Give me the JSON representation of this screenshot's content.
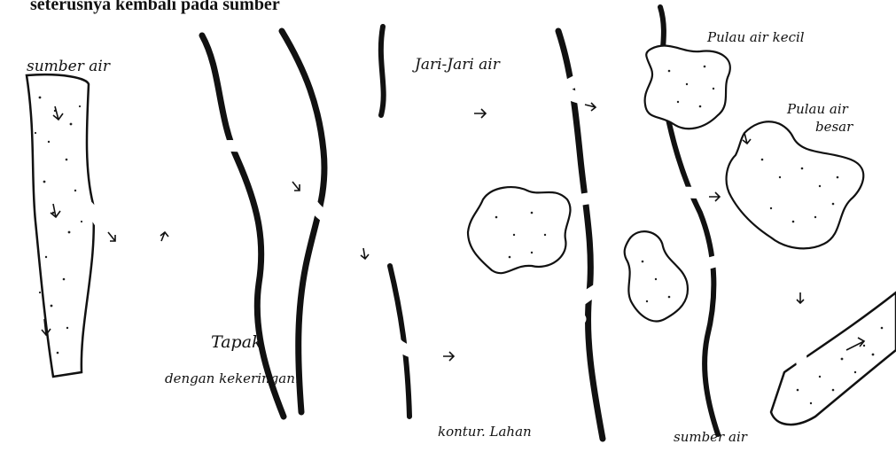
{
  "caption_top": "seterusnya kembali pada sumber",
  "labels": {
    "source_top": "sumber air",
    "fingers": "Jari-Jari air",
    "small_island": "Pulau air kecil",
    "big_island_1": "Pulau air",
    "big_island_2": "besar",
    "site_1": "Tapak",
    "site_2": "dengan kekeringan.",
    "contour": "kontur. Lahan",
    "source_bottom": "sumber air"
  }
}
